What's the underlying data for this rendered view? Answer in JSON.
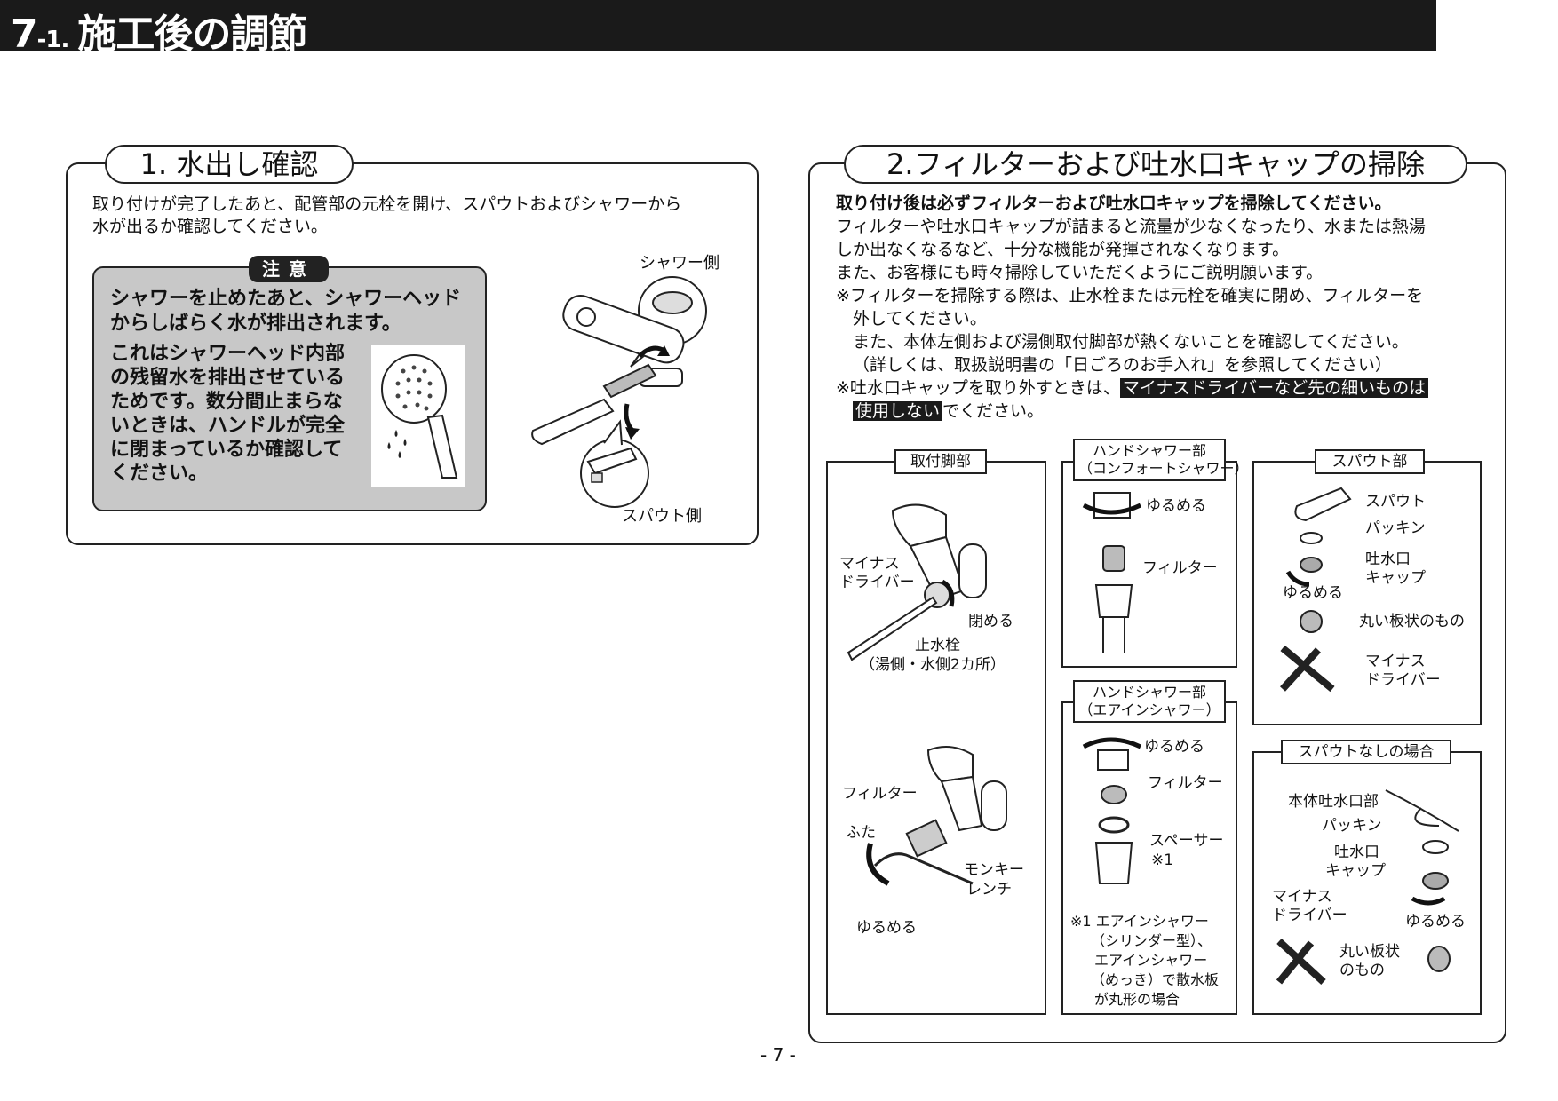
{
  "header": {
    "number": "7",
    "sub": "-1.",
    "title": "施工後の調節"
  },
  "section1": {
    "title": "1. 水出し確認",
    "intro": [
      "取り付けが完了したあと、配管部の元栓を開け、スパウトおよびシャワーから",
      "水が出るか確認してください。"
    ],
    "caution_label": "注意",
    "caution_lines": [
      "シャワーを止めたあと、シャワーヘッド",
      "からしばらく水が排出されます。",
      "これはシャワーヘッド内部",
      "の残留水を排出させている",
      "ためです。数分間止まらな",
      "いときは、ハンドルが完全",
      "に閉まっているか確認して",
      "ください。"
    ],
    "label_shower_side": "シャワー側",
    "label_spout_side": "スパウト側"
  },
  "section2": {
    "title": "2.フィルターおよび吐水口キャップの掃除",
    "lead": "取り付け後は必ずフィルターおよび吐水口キャップを掃除してください。",
    "lines": [
      "フィルターや吐水口キャップが詰まると流量が少なくなったり、水または熱湯",
      "しか出なくなるなど、十分な機能が発揮されなくなります。",
      "また、お客様にも時々掃除していただくようにご説明願います。",
      "※フィルターを掃除する際は、止水栓または元栓を確実に閉め、フィルターを",
      "外してください。",
      "また、本体左側および湯側取付脚部が熱くないことを確認してください。",
      "（詳しくは、取扱説明書の「日ごろのお手入れ」を参照してください）"
    ],
    "note_prefix": "※吐水口キャップを取り外すときは、",
    "note_highlight_1": "マイナスドライバーなど先の細いものは",
    "note_highlight_2": "使用しない",
    "note_suffix": "でください。",
    "box_base": {
      "title": "取付脚部",
      "label_driver": [
        "マイナス",
        "ドライバー"
      ],
      "label_close": "閉める",
      "label_valve": [
        "止水栓",
        "（湯側・水側2カ所）"
      ],
      "label_filter": "フィルター",
      "label_lid": "ふた",
      "label_wrench": [
        "モンキー",
        "レンチ"
      ],
      "label_loosen": "ゆるめる"
    },
    "box_comfort": {
      "title": [
        "ハンドシャワー部",
        "（コンフォートシャワー）"
      ],
      "label_loosen": "ゆるめる",
      "label_filter": "フィルター"
    },
    "box_airin": {
      "title": [
        "ハンドシャワー部",
        "（エアインシャワー）"
      ],
      "label_loosen": "ゆるめる",
      "label_filter": "フィルター",
      "label_spacer": [
        "スペーサー",
        "※1"
      ],
      "note": [
        "※1 エアインシャワー",
        "（シリンダー型）、",
        "エアインシャワー",
        "（めっき）で散水板",
        "が丸形の場合"
      ]
    },
    "box_spout": {
      "title": "スパウト部",
      "label_spout": "スパウト",
      "label_packing": "パッキン",
      "label_cap": [
        "吐水口",
        "キャップ"
      ],
      "label_loosen": "ゆるめる",
      "label_round": "丸い板状のもの",
      "label_driver": [
        "マイナス",
        "ドライバー"
      ]
    },
    "box_nospout": {
      "title": "スパウトなしの場合",
      "label_body": "本体吐水口部",
      "label_packing": "パッキン",
      "label_cap": [
        "吐水口",
        "キャップ"
      ],
      "label_driver": [
        "マイナス",
        "ドライバー"
      ],
      "label_loosen": "ゆるめる",
      "label_round": [
        "丸い板状",
        "のもの"
      ]
    }
  },
  "footer": {
    "page": "- 7 -"
  }
}
